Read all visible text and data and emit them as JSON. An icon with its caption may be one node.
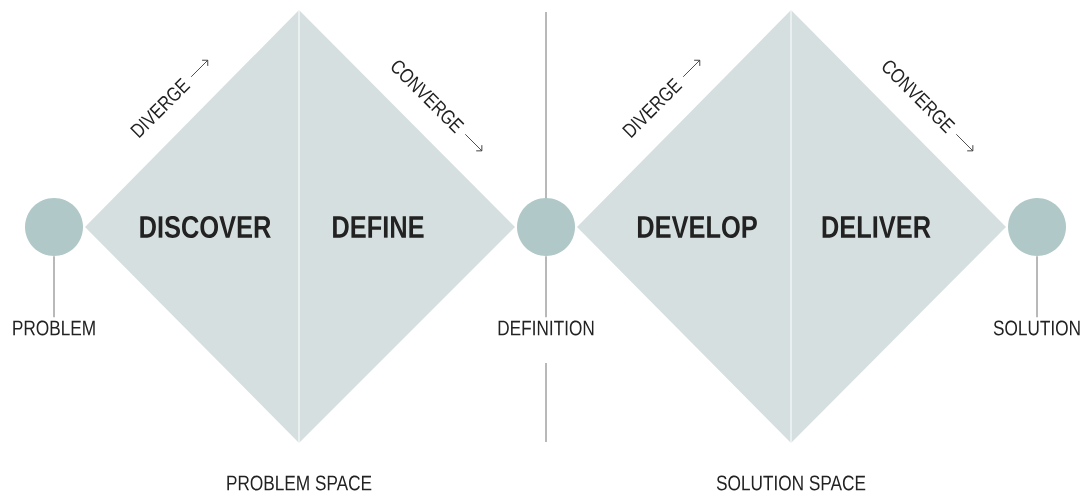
{
  "diagram": {
    "nodes": [
      {
        "text": [],
        "shape": "circle"
      },
      {
        "text": [
          "PROBLEM"
        ]
      },
      {
        "text": [
          "DISCOVER"
        ]
      },
      {
        "text": [
          "DEFINE"
        ]
      },
      {
        "text": [],
        "shape": "circle"
      },
      {
        "text": [
          "DEFINITION"
        ]
      },
      {
        "text": [
          "DEVELOP"
        ]
      },
      {
        "text": [
          "DELIVER"
        ]
      },
      {
        "text": [],
        "shape": "circle"
      },
      {
        "text": [
          "SOLUTION"
        ]
      }
    ],
    "edges": [
      {
        "from": 0,
        "to": 1,
        "arrow": "none"
      },
      {
        "from": 4,
        "to": 5,
        "arrow": "none"
      },
      {
        "from": 8,
        "to": 9,
        "arrow": "none"
      }
    ],
    "labels": [
      "DIVERGE",
      "CONVERGE",
      "DIVERGE",
      "CONVERGE",
      "PROBLEM SPACE",
      "SOLUTION SPACE"
    ]
  }
}
